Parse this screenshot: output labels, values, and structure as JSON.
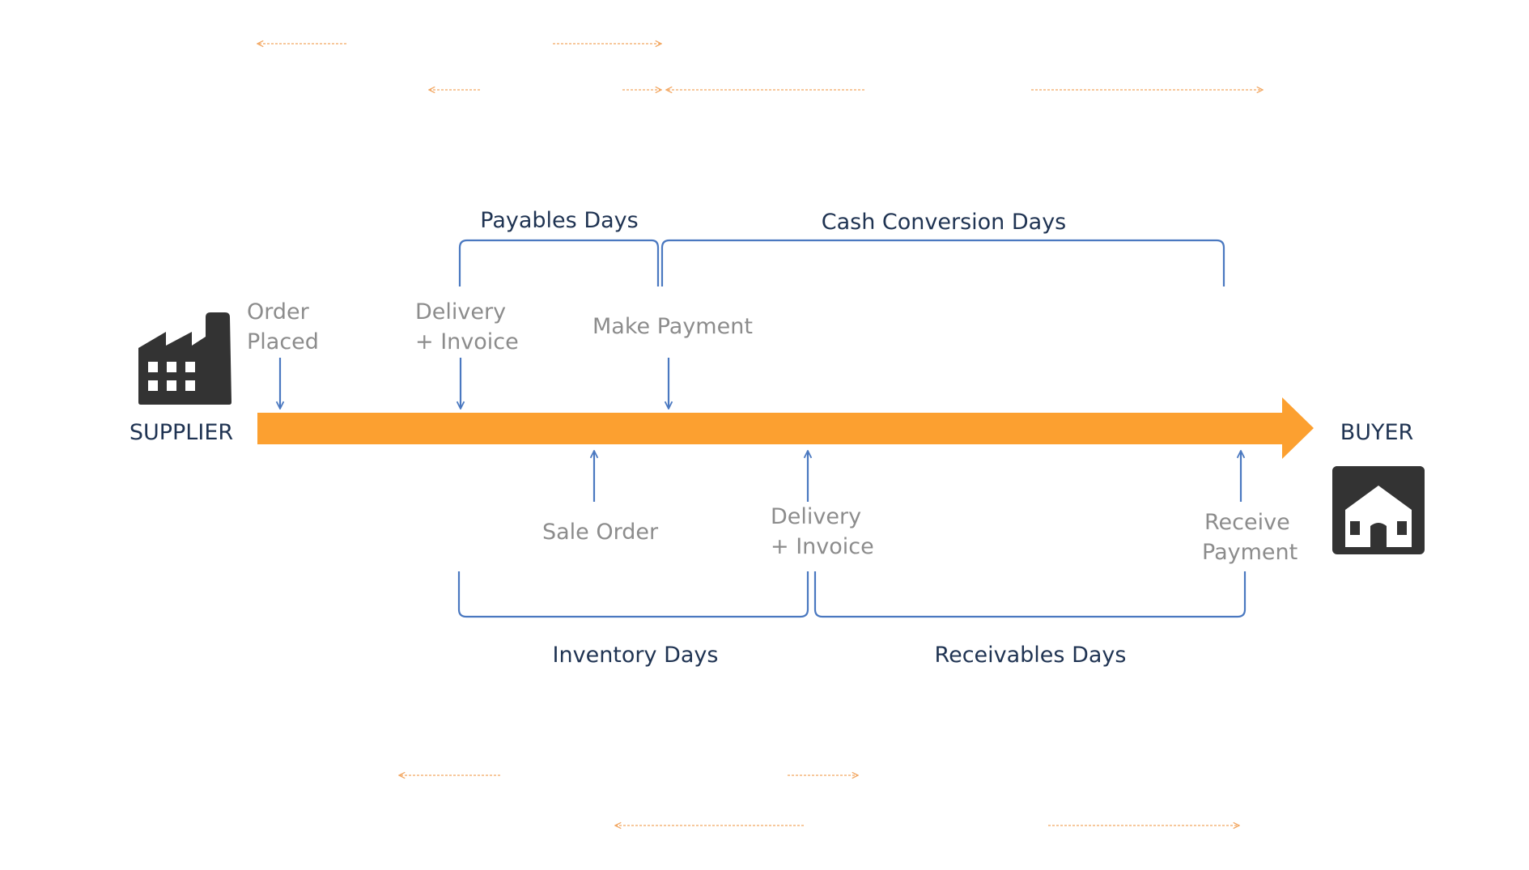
{
  "supplier_label": "SUPPLIER",
  "buyer_label": "BUYER",
  "above_events": [
    {
      "lines": [
        "Order",
        "Placed"
      ]
    },
    {
      "lines": [
        "Delivery",
        "+ Invoice"
      ]
    },
    {
      "lines": [
        "Make Payment"
      ]
    }
  ],
  "below_events": [
    {
      "lines": [
        "Sale Order"
      ]
    },
    {
      "lines": [
        "Delivery",
        "+ Invoice"
      ]
    },
    {
      "lines": [
        "Receive",
        "Payment"
      ]
    }
  ],
  "top_spans": [
    {
      "label": "Payables Days"
    },
    {
      "label": "Cash Conversion Days"
    }
  ],
  "bottom_spans": [
    {
      "label": "Inventory Days"
    },
    {
      "label": "Receivables Days"
    }
  ],
  "colors": {
    "timeline": "#FCA030",
    "bracket": "#4A78C0",
    "event_text": "#8C8C8C",
    "heading_text": "#1F3352",
    "icon": "#333333",
    "dashed_arrow": "#F2A660"
  },
  "icons": {
    "supplier": "factory-icon",
    "buyer": "store-icon"
  }
}
